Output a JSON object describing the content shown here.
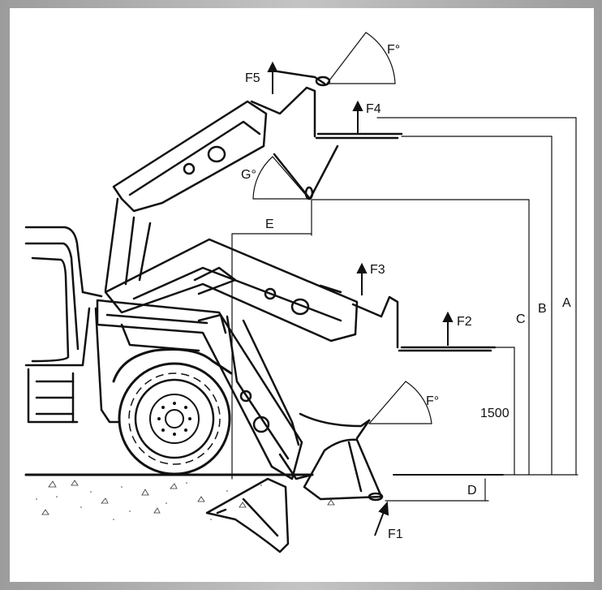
{
  "labels": {
    "f1": "F1",
    "f2": "F2",
    "f3": "F3",
    "f4": "F4",
    "f5": "F5",
    "f_angle_top": "F°",
    "f_angle_bottom": "F°",
    "g_angle": "G°",
    "dim_a": "A",
    "dim_b": "B",
    "dim_c": "C",
    "dim_d": "D",
    "dim_e": "E",
    "dim_1500": "1500"
  },
  "colors": {
    "ink": "#111111",
    "paper": "#ffffff",
    "frame": "#a9a9a9"
  }
}
